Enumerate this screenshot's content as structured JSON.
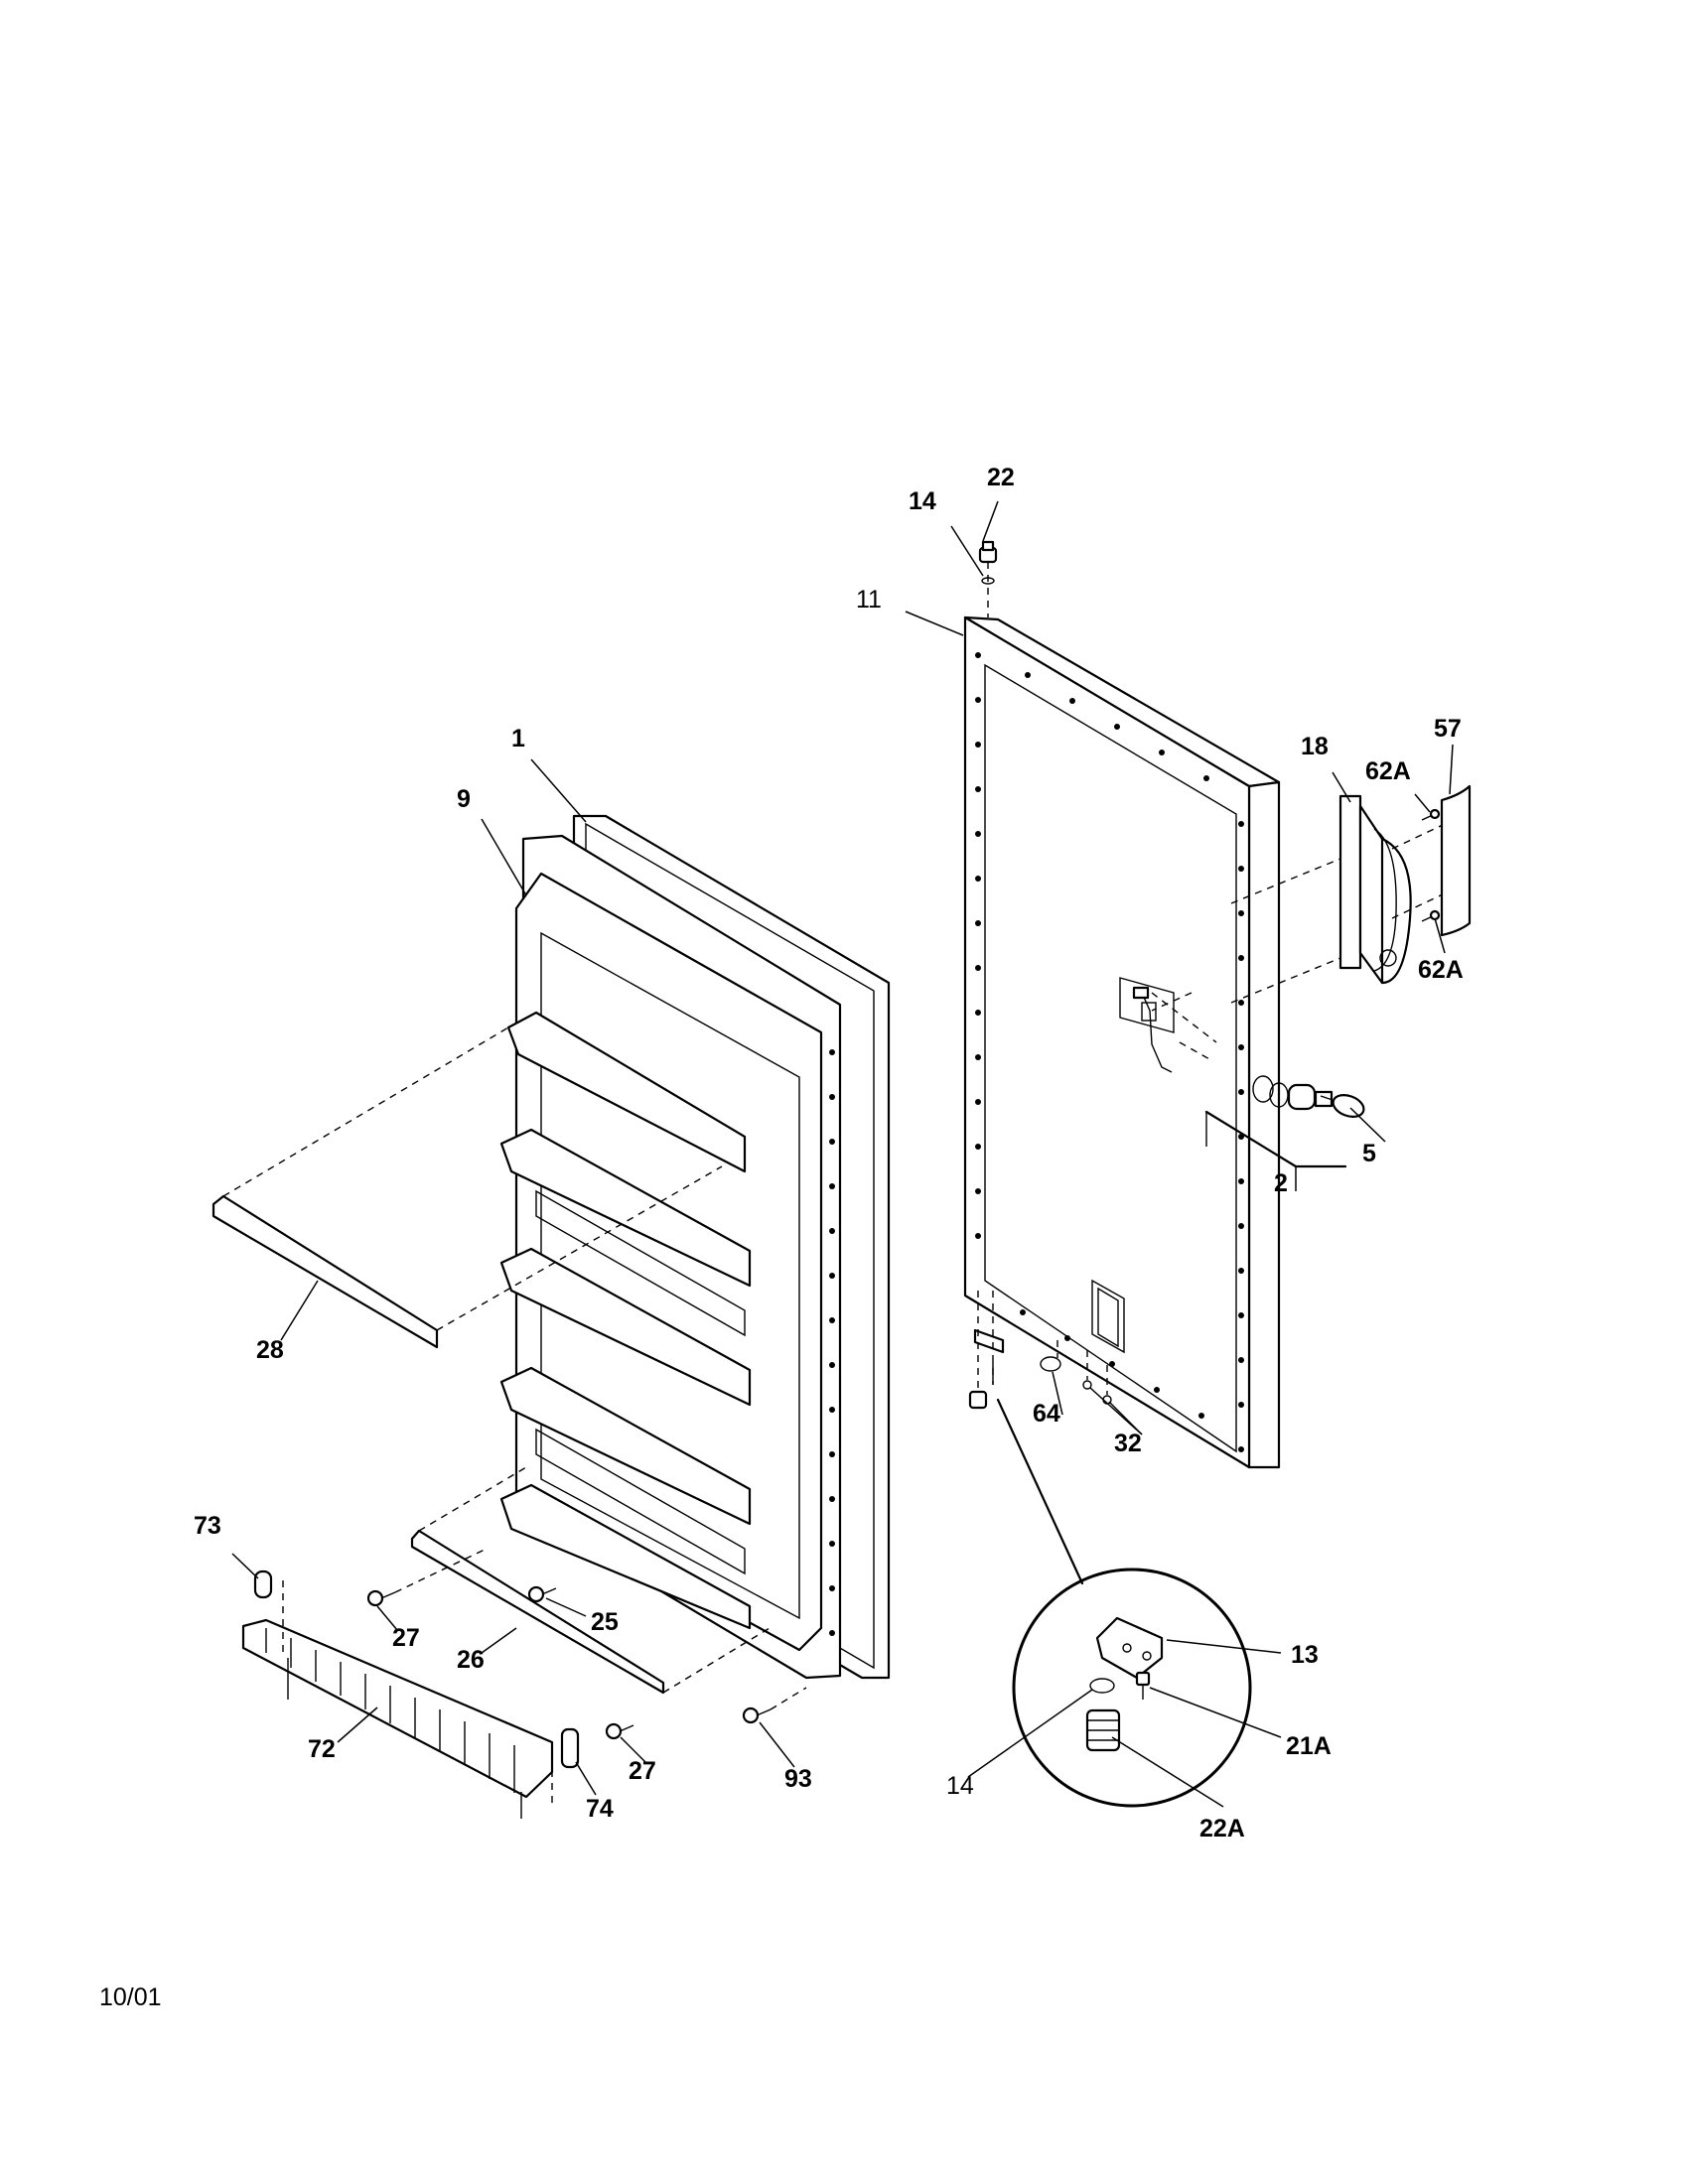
{
  "footer": {
    "date": "10/01"
  },
  "part_labels": [
    {
      "id": "22",
      "text": "22"
    },
    {
      "id": "14-top",
      "text": "14"
    },
    {
      "id": "11",
      "text": "11"
    },
    {
      "id": "57",
      "text": "57"
    },
    {
      "id": "18",
      "text": "18"
    },
    {
      "id": "62A-top",
      "text": "62A"
    },
    {
      "id": "62A-bottom",
      "text": "62A"
    },
    {
      "id": "5",
      "text": "5"
    },
    {
      "id": "2",
      "text": "2"
    },
    {
      "id": "64",
      "text": "64"
    },
    {
      "id": "32",
      "text": "32"
    },
    {
      "id": "1",
      "text": "1"
    },
    {
      "id": "9",
      "text": "9"
    },
    {
      "id": "28",
      "text": "28"
    },
    {
      "id": "73",
      "text": "73"
    },
    {
      "id": "27-a",
      "text": "27"
    },
    {
      "id": "25",
      "text": "25"
    },
    {
      "id": "26",
      "text": "26"
    },
    {
      "id": "72",
      "text": "72"
    },
    {
      "id": "74",
      "text": "74"
    },
    {
      "id": "27-b",
      "text": "27"
    },
    {
      "id": "93",
      "text": "93"
    },
    {
      "id": "13",
      "text": "13"
    },
    {
      "id": "14-detail",
      "text": "14"
    },
    {
      "id": "21A",
      "text": "21A"
    },
    {
      "id": "22A",
      "text": "22A"
    }
  ]
}
